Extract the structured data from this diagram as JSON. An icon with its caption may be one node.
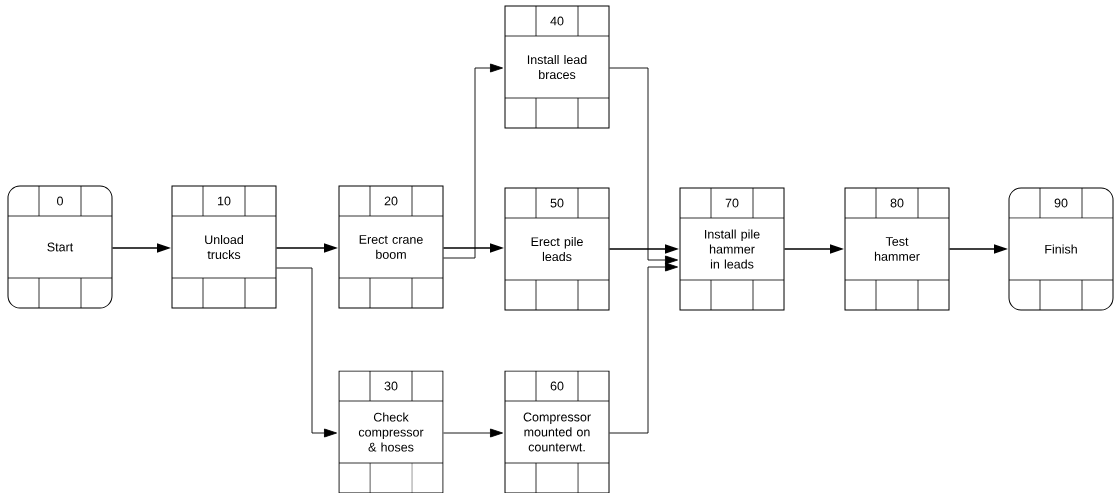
{
  "diagram": {
    "nodes": [
      {
        "text": [
          "0",
          "Start"
        ]
      },
      {
        "text": [
          "10",
          "Unload trucks"
        ]
      },
      {
        "text": [
          "20",
          "Erect crane boom"
        ]
      },
      {
        "text": [
          "40",
          "Install lead braces"
        ]
      },
      {
        "text": [
          "50",
          "Erect pile leads"
        ]
      },
      {
        "text": [
          "70",
          "Install pile hammer in leads"
        ]
      },
      {
        "text": [
          "80",
          "Test hammer"
        ]
      },
      {
        "text": [
          "90",
          "Finish"
        ]
      },
      {
        "text": [
          "30",
          "Check compressor & hoses"
        ]
      },
      {
        "text": [
          "60",
          "Compressor mounted on counterwt."
        ]
      }
    ],
    "edges": [
      {
        "from": 0,
        "to": 1,
        "arrow": "to"
      },
      {
        "from": 1,
        "to": 2,
        "arrow": "to"
      },
      {
        "from": 1,
        "to": 8,
        "arrow": "to"
      },
      {
        "from": 2,
        "to": 3,
        "arrow": "to"
      },
      {
        "from": 2,
        "to": 4,
        "arrow": "to"
      },
      {
        "from": 3,
        "to": 5,
        "arrow": "to"
      },
      {
        "from": 4,
        "to": 5,
        "arrow": "to"
      },
      {
        "from": 9,
        "to": 5,
        "arrow": "to"
      },
      {
        "from": 5,
        "to": 6,
        "arrow": "to"
      },
      {
        "from": 6,
        "to": 7,
        "arrow": "to"
      },
      {
        "from": 8,
        "to": 9,
        "arrow": "to"
      }
    ]
  }
}
